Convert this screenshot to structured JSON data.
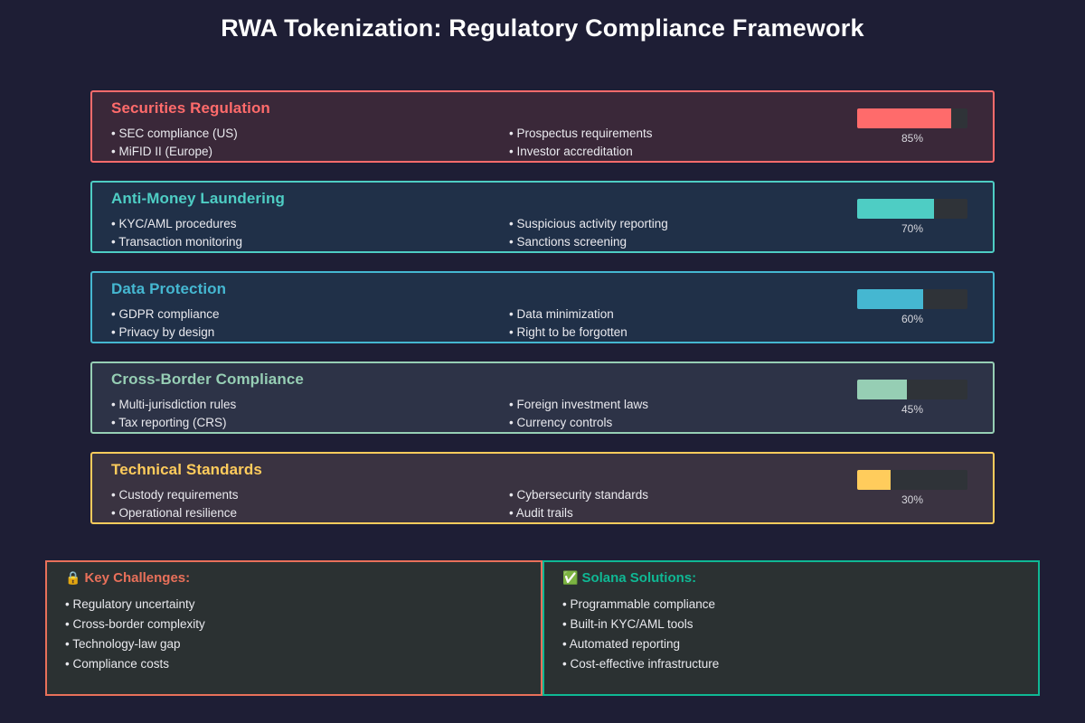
{
  "title": "RWA Tokenization: Regulatory Compliance Framework",
  "theme": {
    "background": "#1e1e35",
    "title_color": "#ffffff",
    "track_color": "#2f3338"
  },
  "categories": [
    {
      "name": "Securities Regulation",
      "accent": "#ff6b6b",
      "card_bg": "#3a2839",
      "left_items": [
        "• SEC compliance (US)",
        "• MiFID II (Europe)"
      ],
      "right_items": [
        "• Prospectus requirements",
        "• Investor accreditation"
      ],
      "progress": 85,
      "progress_label": "85%"
    },
    {
      "name": "Anti-Money Laundering",
      "accent": "#4ecdc4",
      "card_bg": "#203048",
      "left_items": [
        "• KYC/AML procedures",
        "• Transaction monitoring"
      ],
      "right_items": [
        "• Suspicious activity reporting",
        "• Sanctions screening"
      ],
      "progress": 70,
      "progress_label": "70%"
    },
    {
      "name": "Data Protection",
      "accent": "#45b7d1",
      "card_bg": "#203048",
      "left_items": [
        "• GDPR compliance",
        "• Privacy by design"
      ],
      "right_items": [
        "• Data minimization",
        "• Right to be forgotten"
      ],
      "progress": 60,
      "progress_label": "60%"
    },
    {
      "name": "Cross-Border Compliance",
      "accent": "#96ceb4",
      "card_bg": "#2d3347",
      "left_items": [
        "• Multi-jurisdiction rules",
        "• Tax reporting (CRS)"
      ],
      "right_items": [
        "• Foreign investment laws",
        "• Currency controls"
      ],
      "progress": 45,
      "progress_label": "45%"
    },
    {
      "name": "Technical Standards",
      "accent": "#ffcc5c",
      "card_bg": "#3a3341",
      "left_items": [
        "• Custody requirements",
        "• Operational resilience"
      ],
      "right_items": [
        "• Cybersecurity standards",
        "• Audit trails"
      ],
      "progress": 30,
      "progress_label": "30%"
    }
  ],
  "panels": {
    "challenges": {
      "emoji": "🔒",
      "heading": "Key Challenges:",
      "accent": "#e8705a",
      "items": [
        "• Regulatory uncertainty",
        "• Cross-border complexity",
        "• Technology-law gap",
        "• Compliance costs"
      ]
    },
    "solutions": {
      "emoji": "✅",
      "heading": "Solana Solutions:",
      "accent": "#0fb894",
      "items": [
        "• Programmable compliance",
        "• Built-in KYC/AML tools",
        "• Automated reporting",
        "• Cost-effective infrastructure"
      ]
    }
  }
}
